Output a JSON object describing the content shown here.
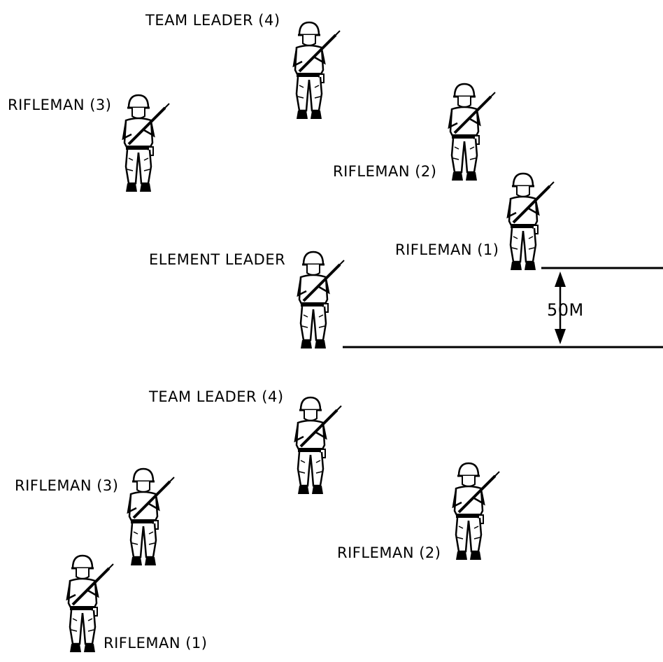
{
  "figures": [
    {
      "id": "team-leader-top",
      "label": "TEAM LEADER (4)"
    },
    {
      "id": "rifleman-3-top",
      "label": "RIFLEMAN (3)"
    },
    {
      "id": "rifleman-2-top",
      "label": "RIFLEMAN (2)"
    },
    {
      "id": "rifleman-1-top",
      "label": "RIFLEMAN (1)"
    },
    {
      "id": "element-leader",
      "label": "ELEMENT LEADER"
    },
    {
      "id": "team-leader-bottom",
      "label": "TEAM LEADER (4)"
    },
    {
      "id": "rifleman-3-bottom",
      "label": "RIFLEMAN (3)"
    },
    {
      "id": "rifleman-2-bottom",
      "label": "RIFLEMAN (2)"
    },
    {
      "id": "rifleman-1-bottom",
      "label": "RIFLEMAN (1)"
    }
  ],
  "distance_label": "50M",
  "colors": {
    "ink": "#000000",
    "paper": "#ffffff"
  }
}
